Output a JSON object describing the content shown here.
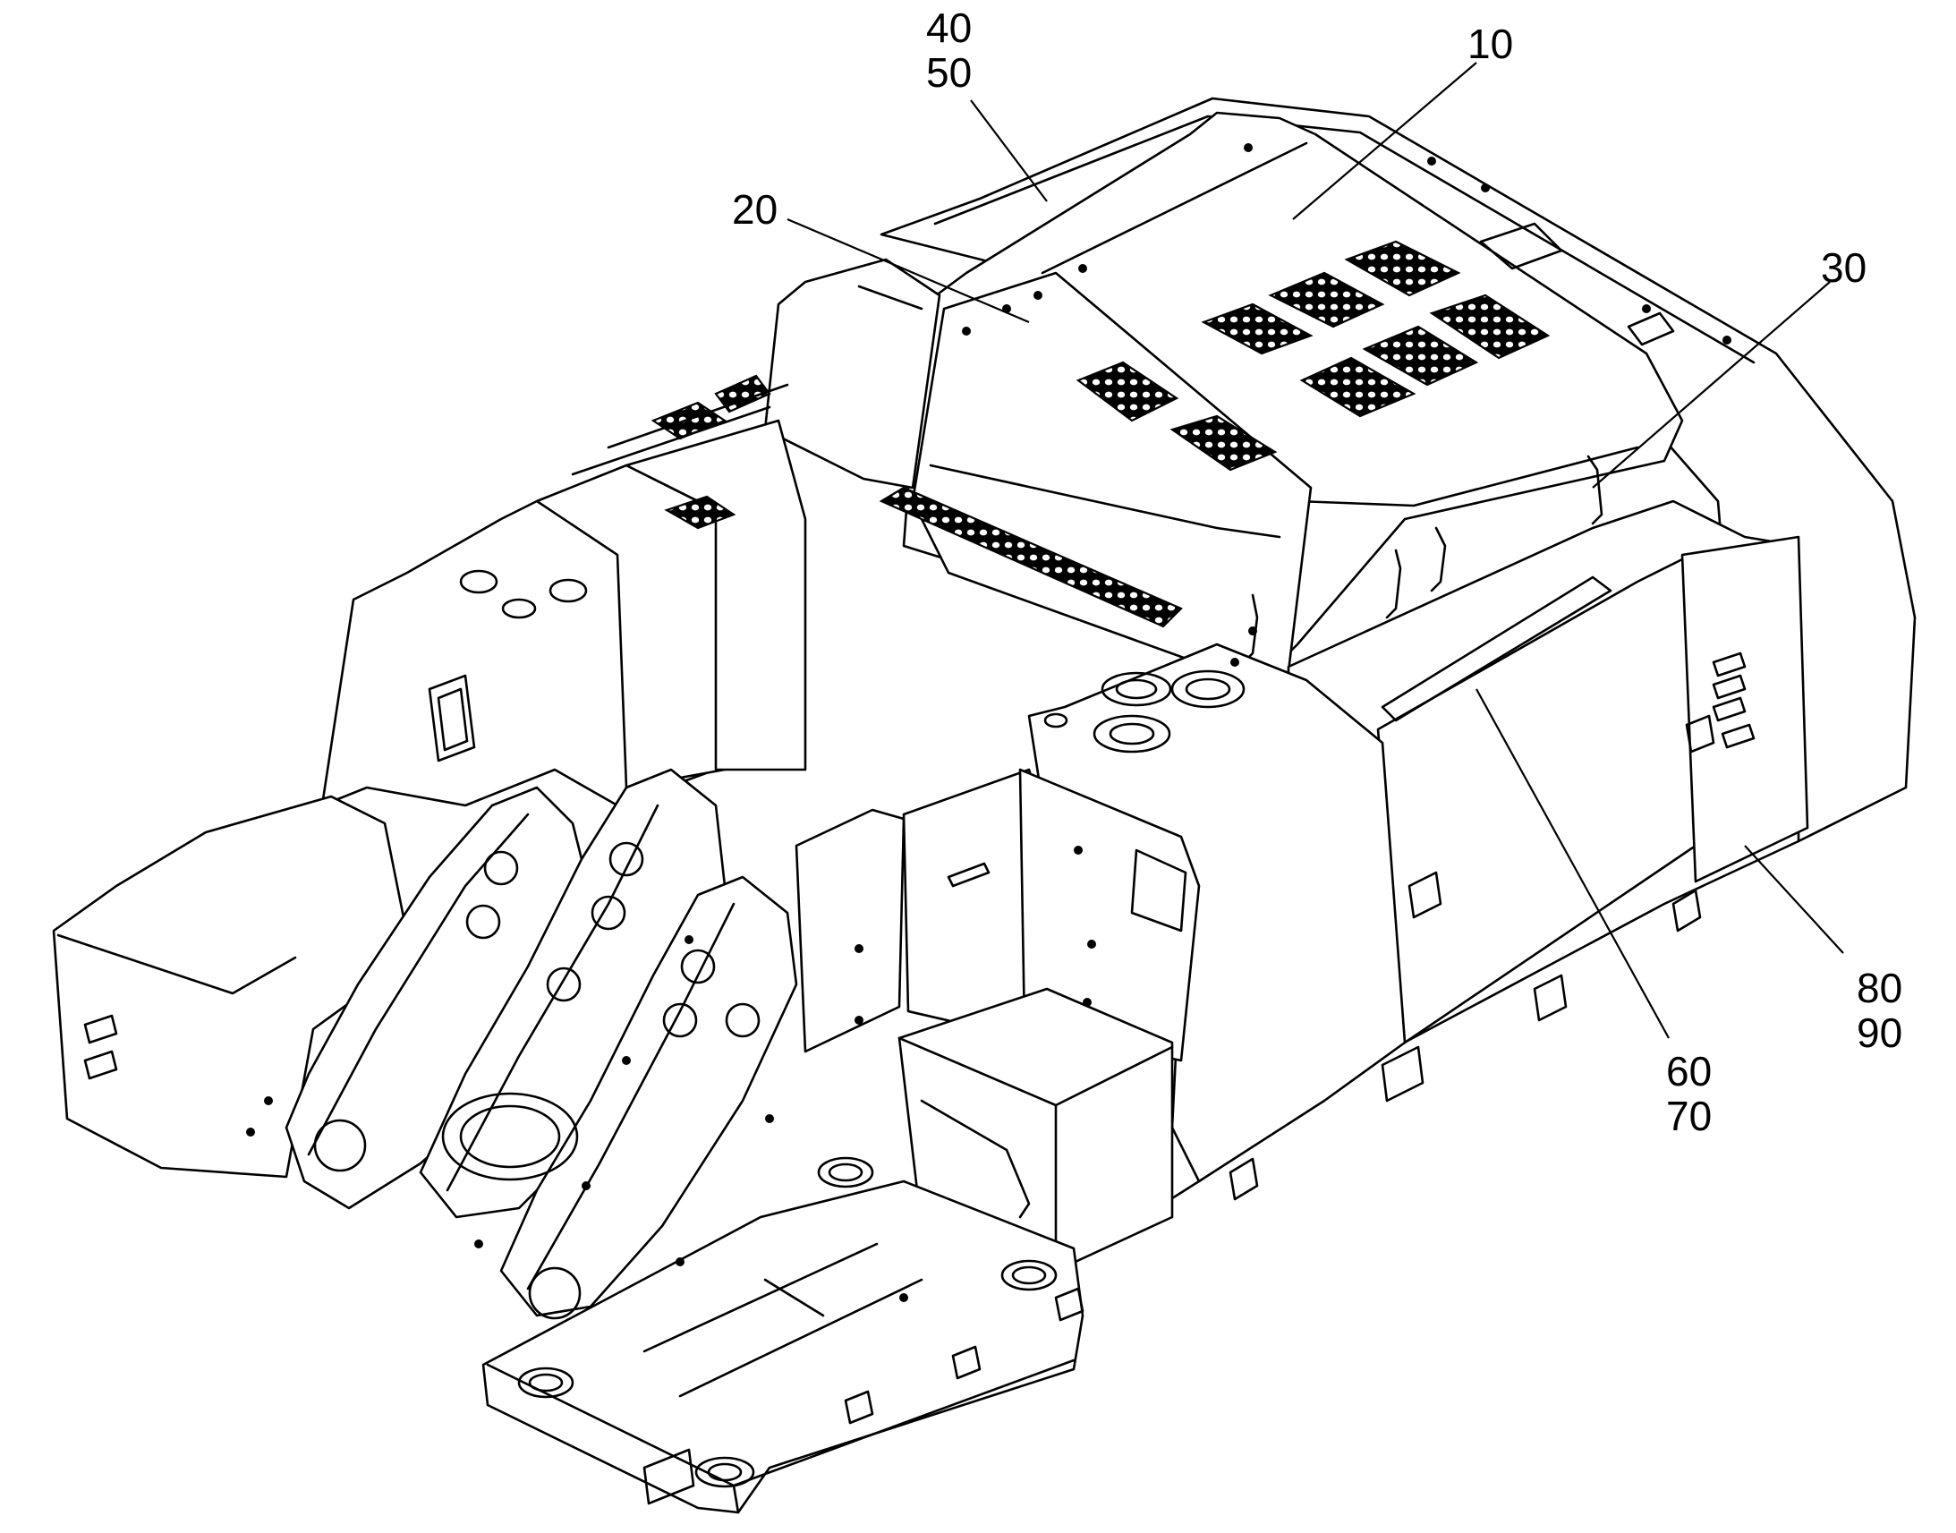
{
  "callouts": {
    "c40": "40",
    "c50": "50",
    "c10": "10",
    "c20": "20",
    "c30": "30",
    "c80": "80",
    "c90": "90",
    "c60": "60",
    "c70": "70"
  },
  "colors": {
    "line": "#000000",
    "background": "#ffffff"
  }
}
